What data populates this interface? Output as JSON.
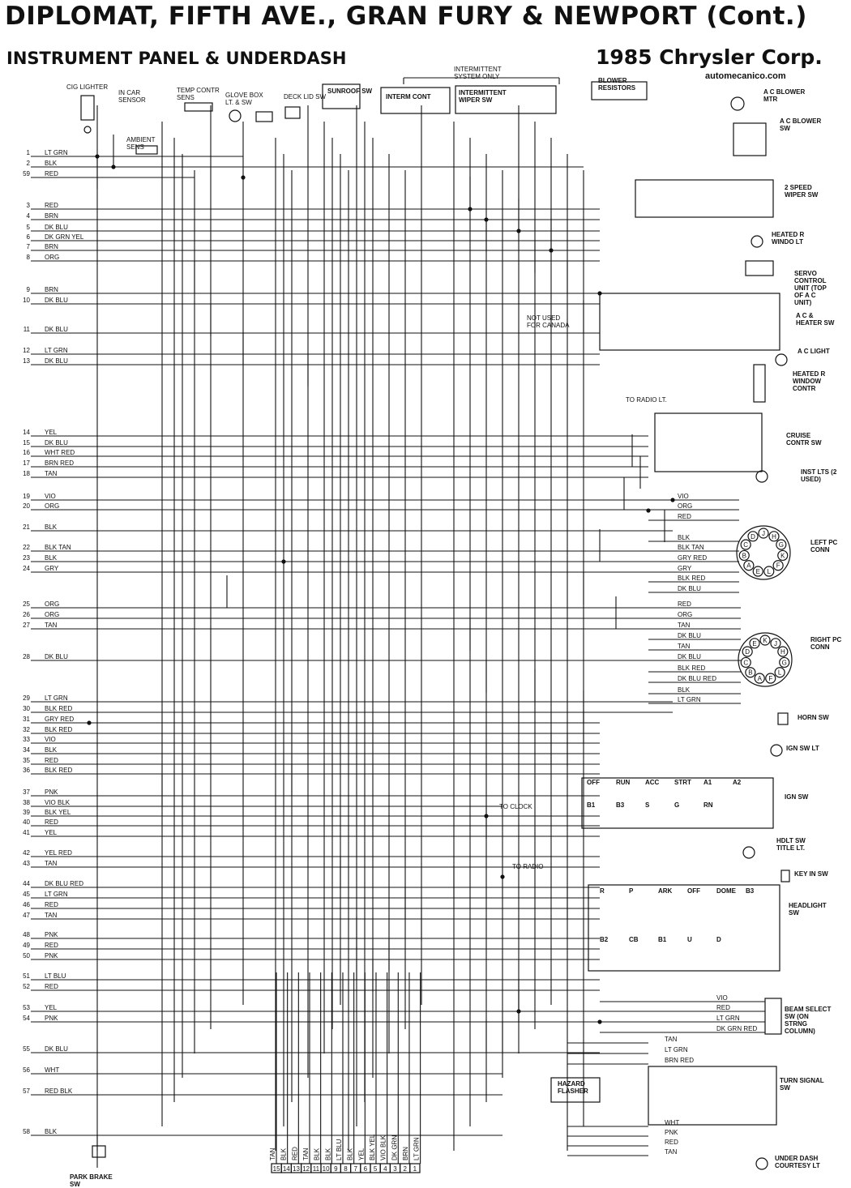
{
  "header": {
    "title": "DIPLOMAT, FIFTH AVE., GRAN FURY & NEWPORT (Cont.)",
    "subtitle": "INSTRUMENT PANEL & UNDERDASH",
    "brand": "1985 Chrysler Corp.",
    "site": "automecanico.com"
  },
  "left_wires": [
    {
      "n": "1",
      "c": "LT GRN"
    },
    {
      "n": "2",
      "c": "BLK"
    },
    {
      "n": "59",
      "c": "RED"
    },
    {
      "n": "3",
      "c": "RED"
    },
    {
      "n": "4",
      "c": "BRN"
    },
    {
      "n": "5",
      "c": "DK BLU"
    },
    {
      "n": "6",
      "c": "DK GRN YEL"
    },
    {
      "n": "7",
      "c": "BRN"
    },
    {
      "n": "8",
      "c": "ORG"
    },
    {
      "n": "9",
      "c": "BRN"
    },
    {
      "n": "10",
      "c": "DK BLU"
    },
    {
      "n": "11",
      "c": "DK BLU"
    },
    {
      "n": "12",
      "c": "LT GRN"
    },
    {
      "n": "13",
      "c": "DK BLU"
    },
    {
      "n": "14",
      "c": "YEL"
    },
    {
      "n": "15",
      "c": "DK BLU"
    },
    {
      "n": "16",
      "c": "WHT RED"
    },
    {
      "n": "17",
      "c": "BRN RED"
    },
    {
      "n": "18",
      "c": "TAN"
    },
    {
      "n": "19",
      "c": "VIO"
    },
    {
      "n": "20",
      "c": "ORG"
    },
    {
      "n": "21",
      "c": "BLK"
    },
    {
      "n": "22",
      "c": "BLK TAN"
    },
    {
      "n": "23",
      "c": "BLK"
    },
    {
      "n": "24",
      "c": "GRY"
    },
    {
      "n": "25",
      "c": "ORG"
    },
    {
      "n": "26",
      "c": "ORG"
    },
    {
      "n": "27",
      "c": "TAN"
    },
    {
      "n": "28",
      "c": "DK BLU"
    },
    {
      "n": "29",
      "c": "LT GRN"
    },
    {
      "n": "30",
      "c": "BLK RED"
    },
    {
      "n": "31",
      "c": "GRY RED"
    },
    {
      "n": "32",
      "c": "BLK RED"
    },
    {
      "n": "33",
      "c": "VIO"
    },
    {
      "n": "34",
      "c": "BLK"
    },
    {
      "n": "35",
      "c": "RED"
    },
    {
      "n": "36",
      "c": "BLK RED"
    },
    {
      "n": "37",
      "c": "PNK"
    },
    {
      "n": "38",
      "c": "VIO BLK"
    },
    {
      "n": "39",
      "c": "BLK YEL"
    },
    {
      "n": "40",
      "c": "RED"
    },
    {
      "n": "41",
      "c": "YEL"
    },
    {
      "n": "42",
      "c": "YEL RED"
    },
    {
      "n": "43",
      "c": "TAN"
    },
    {
      "n": "44",
      "c": "DK BLU RED"
    },
    {
      "n": "45",
      "c": "LT GRN"
    },
    {
      "n": "46",
      "c": "RED"
    },
    {
      "n": "47",
      "c": "TAN"
    },
    {
      "n": "48",
      "c": "PNK"
    },
    {
      "n": "49",
      "c": "RED"
    },
    {
      "n": "50",
      "c": "PNK"
    },
    {
      "n": "51",
      "c": "LT BLU"
    },
    {
      "n": "52",
      "c": "RED"
    },
    {
      "n": "53",
      "c": "YEL"
    },
    {
      "n": "54",
      "c": "PNK"
    },
    {
      "n": "55",
      "c": "DK BLU"
    },
    {
      "n": "56",
      "c": "WHT"
    },
    {
      "n": "57",
      "c": "RED BLK"
    },
    {
      "n": "58",
      "c": "BLK"
    }
  ],
  "top_components": [
    {
      "name": "cig-lighter",
      "label": "CIG LIGHTER"
    },
    {
      "name": "in-car-sensor",
      "label": "IN CAR SENSOR"
    },
    {
      "name": "temp-contr-sens",
      "label": "TEMP CONTR SENS"
    },
    {
      "name": "ambient-sens",
      "label": "AMBIENT SENS"
    },
    {
      "name": "glove-box-lt",
      "label": "GLOVE BOX LT. & SW"
    },
    {
      "name": "deck-lid-sw",
      "label": "DECK LID SW"
    },
    {
      "name": "sunroof-sw",
      "label": "SUNROOF SW"
    },
    {
      "name": "intermittent-note",
      "label": "INTERMITTENT SYSTEM ONLY"
    },
    {
      "name": "interm-cont",
      "label": "INTERM CONT"
    },
    {
      "name": "intermittent-wiper-sw",
      "label": "INTERMITTENT WIPER SW"
    }
  ],
  "right_components": [
    {
      "name": "blower-resistors",
      "label": "BLOWER RESISTORS"
    },
    {
      "name": "blower-mtr",
      "label": "A C BLOWER MTR"
    },
    {
      "name": "blower-sw",
      "label": "A C BLOWER SW"
    },
    {
      "name": "wiper-sw",
      "label": "2 SPEED WIPER SW"
    },
    {
      "name": "heated-r-windo-lt",
      "label": "HEATED R WINDO LT"
    },
    {
      "name": "servo-control",
      "label": "SERVO CONTROL UNIT (TOP OF A C UNIT)"
    },
    {
      "name": "ac-heater-sw",
      "label": "A C & HEATER SW"
    },
    {
      "name": "ac-light",
      "label": "A C LIGHT"
    },
    {
      "name": "heated-r-window-contr",
      "label": "HEATED R WINDOW CONTR"
    },
    {
      "name": "cruise-contr-sw",
      "label": "CRUISE CONTR SW"
    },
    {
      "name": "inst-lts",
      "label": "INST LTS (2 USED)"
    },
    {
      "name": "left-pc-conn",
      "label": "LEFT PC CONN"
    },
    {
      "name": "right-pc-conn",
      "label": "RIGHT PC CONN"
    },
    {
      "name": "horn-sw",
      "label": "HORN SW"
    },
    {
      "name": "ign-sw-lt",
      "label": "IGN SW LT"
    },
    {
      "name": "ign-sw",
      "label": "IGN SW"
    },
    {
      "name": "hdlt-sw-title-lt",
      "label": "HDLT SW TITLE LT."
    },
    {
      "name": "key-in-sw",
      "label": "KEY IN SW"
    },
    {
      "name": "headlight-sw",
      "label": "HEADLIGHT SW"
    },
    {
      "name": "beam-select-sw",
      "label": "BEAM SELECT SW (ON STRNG COLUMN)"
    },
    {
      "name": "turn-signal-sw",
      "label": "TURN SIGNAL SW"
    },
    {
      "name": "under-dash-courtesy",
      "label": "UNDER DASH COURTESY LT"
    },
    {
      "name": "park-brake-sw",
      "label": "PARK BRAKE SW"
    }
  ],
  "notes": {
    "not_used": "NOT USED FOR CANADA",
    "to_radio_lt": "TO RADIO LT.",
    "to_clock": "TO CLOCK",
    "to_radio": "TO RADIO",
    "hazard_flasher": "HAZARD FLASHER"
  },
  "bottom_connector": {
    "pins": [
      "15",
      "14",
      "13",
      "12",
      "11",
      "10",
      "9",
      "8",
      "7",
      "6",
      "5",
      "4",
      "3",
      "2",
      "1"
    ],
    "wires": [
      "TAN",
      "BLK",
      "RED",
      "TAN",
      "BLK",
      "BLK",
      "LT BLU",
      "BLK",
      "YEL",
      "BLK YEL",
      "VIO BLK",
      "DK GRN",
      "BRN",
      "LT GRN"
    ]
  },
  "left_pc_pins": [
    "J",
    "H",
    "G",
    "K",
    "F",
    "L",
    "E",
    "A",
    "B",
    "C",
    "D"
  ],
  "left_pc_wires": [
    "VIO",
    "ORG",
    "RED",
    "BLK",
    "BLK TAN",
    "GRY RED",
    "GRY",
    "BLK RED",
    "DK BLU"
  ],
  "right_pc_pins": [
    "K",
    "J",
    "H",
    "G",
    "L",
    "F",
    "A",
    "B",
    "C",
    "D",
    "E"
  ],
  "right_pc_wires": [
    "RED",
    "ORG",
    "TAN",
    "DK BLU",
    "TAN",
    "DK BLU",
    "BLK RED",
    "DK BLU RED",
    "BLK",
    "LT GRN"
  ],
  "ign_terminals": [
    "OFF",
    "RUN",
    "ACC",
    "STRT",
    "A1",
    "A2",
    "B1",
    "B3",
    "S",
    "G",
    "RN"
  ],
  "headlight_terminals": [
    "R",
    "P",
    "ARK",
    "OFF",
    "DOME",
    "B3",
    "B2",
    "CB",
    "B1",
    "U",
    "D"
  ],
  "beam_wires": [
    "VIO",
    "RED",
    "LT GRN",
    "DK GRN RED"
  ],
  "turn_wires": [
    "TAN",
    "LT GRN",
    "BRN RED",
    "WHT",
    "PNK",
    "RED",
    "TAN"
  ]
}
